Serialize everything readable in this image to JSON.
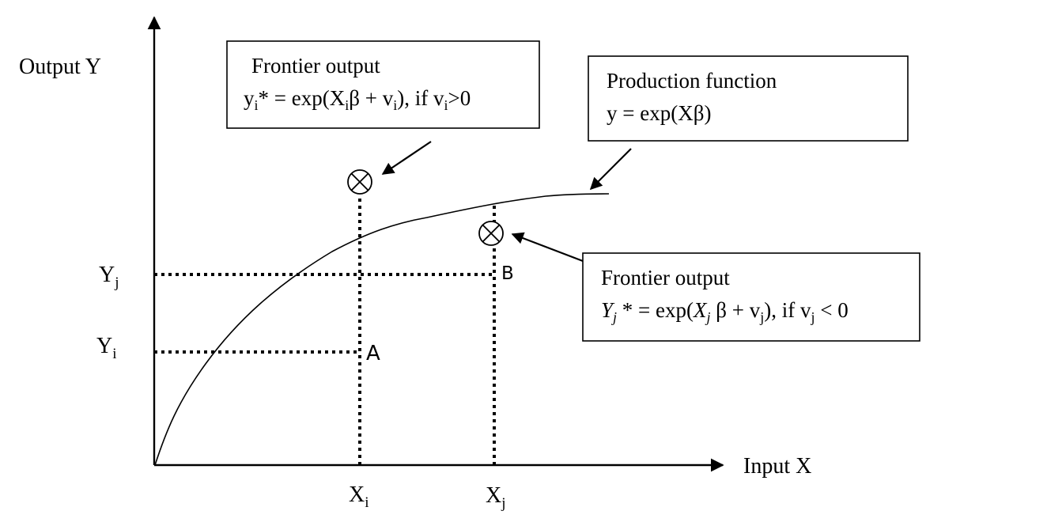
{
  "axes": {
    "y_title": "Output Y",
    "x_title": "Input X"
  },
  "ticks": {
    "yj": {
      "base": "Y",
      "sub": "j"
    },
    "yi": {
      "base": "Y",
      "sub": "i"
    },
    "xi": {
      "base": "X",
      "sub": "i"
    },
    "xj": {
      "base": "X",
      "sub": "j"
    }
  },
  "points": {
    "a": "A",
    "b": "B"
  },
  "boxes": {
    "frontier_upper": {
      "title": "Frontier output",
      "eq_y": "y",
      "eq_y_sub": "i",
      "eq_mid": "* = exp(X",
      "eq_mid_sub": "i",
      "eq_tail": "β + v",
      "eq_tail_sub": "i",
      "eq_cond": "), if v",
      "eq_cond_sub": "i",
      "eq_end": ">0"
    },
    "production": {
      "title": "Production function",
      "equation": "y = exp(Xβ)"
    },
    "frontier_lower": {
      "title": "Frontier output",
      "eq_y": "Y",
      "eq_y_sub": "j",
      "eq_mid": " * = exp(",
      "eq_x": "X",
      "eq_x_sub": "j",
      "eq_tail": " β + v",
      "eq_tail_sub": "j",
      "eq_end": "), if v",
      "eq_end_sub": "j",
      "eq_cond": " < 0"
    }
  }
}
